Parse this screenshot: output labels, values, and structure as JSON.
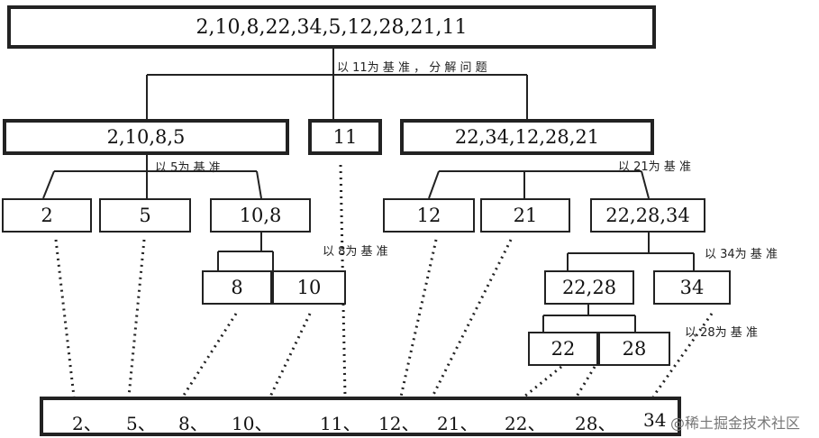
{
  "nodes": {
    "root": "2,10,8,22,34,5,12,28,21,11",
    "left": "2,10,8,5",
    "pivot11": "11",
    "right": "22,34,12,28,21",
    "n2": "2",
    "n5": "5",
    "n10_8": "10,8",
    "n8": "8",
    "n10": "10",
    "n12": "12",
    "n21": "21",
    "n22_28_34": "22,28,34",
    "n22_28": "22,28",
    "n34": "34",
    "n22": "22",
    "n28": "28"
  },
  "labels": {
    "pivot_11": "以 11为 基 准 ， 分 解 问 题",
    "pivot_5": "以 5为 基 准",
    "pivot_8": "以 8为 基 准",
    "pivot_21": "以 21为 基 准",
    "pivot_34": "以 34为 基 准",
    "pivot_28": "以 28为 基 准"
  },
  "result": [
    "2、",
    "5、",
    "8、",
    "10、",
    "11、",
    "12、",
    "21、",
    "22、",
    "28、",
    "34"
  ],
  "watermark": "@稀土掘金技术社区"
}
